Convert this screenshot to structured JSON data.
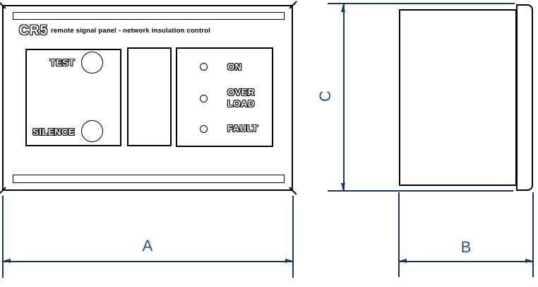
{
  "drawing": {
    "title_block": {
      "brand": "CR5",
      "subtitle": "remote signal panel - network insulation control"
    },
    "front_view": {
      "buttons": [
        {
          "label": "TEST"
        },
        {
          "label": "SILENCE"
        }
      ],
      "leds": [
        {
          "lines": [
            "ON"
          ]
        },
        {
          "lines": [
            "OVER",
            "LOAD"
          ]
        },
        {
          "lines": [
            "FAULT"
          ]
        }
      ]
    },
    "dimensions": {
      "width_front": {
        "label": "A"
      },
      "depth_side": {
        "label": "B"
      },
      "height_side": {
        "label": "C"
      }
    },
    "colors": {
      "linework": "#000000",
      "dimension_line": "#17375E",
      "dimension_text": "#27548D",
      "background": "#FFFFFF"
    }
  }
}
